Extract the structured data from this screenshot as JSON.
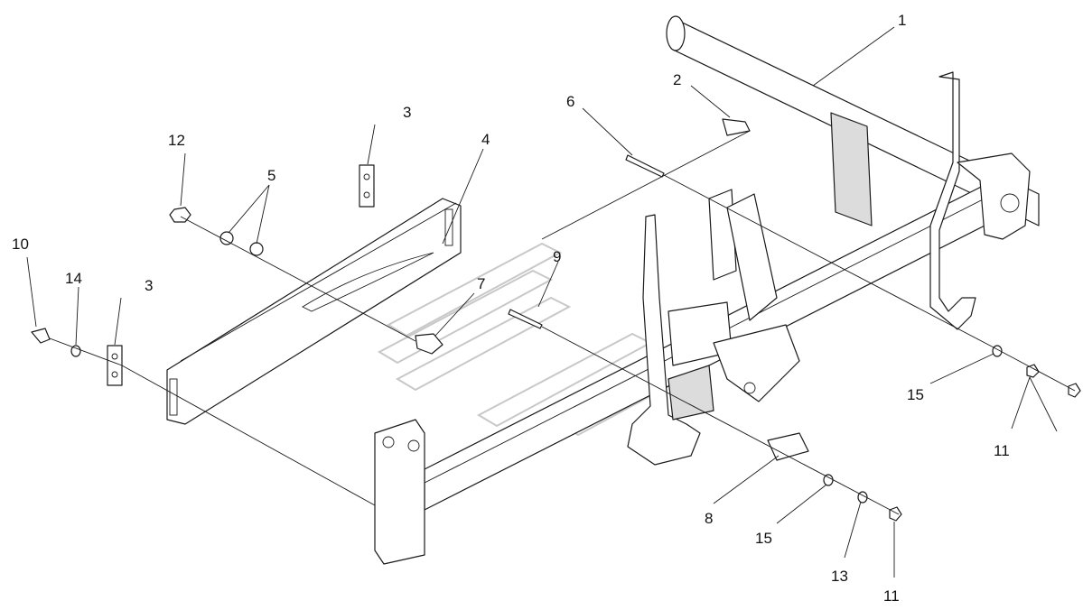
{
  "diagram": {
    "callouts": [
      "1",
      "2",
      "3",
      "3",
      "4",
      "5",
      "6",
      "7",
      "8",
      "9",
      "10",
      "11",
      "11",
      "12",
      "13",
      "14",
      "15",
      "15"
    ]
  }
}
